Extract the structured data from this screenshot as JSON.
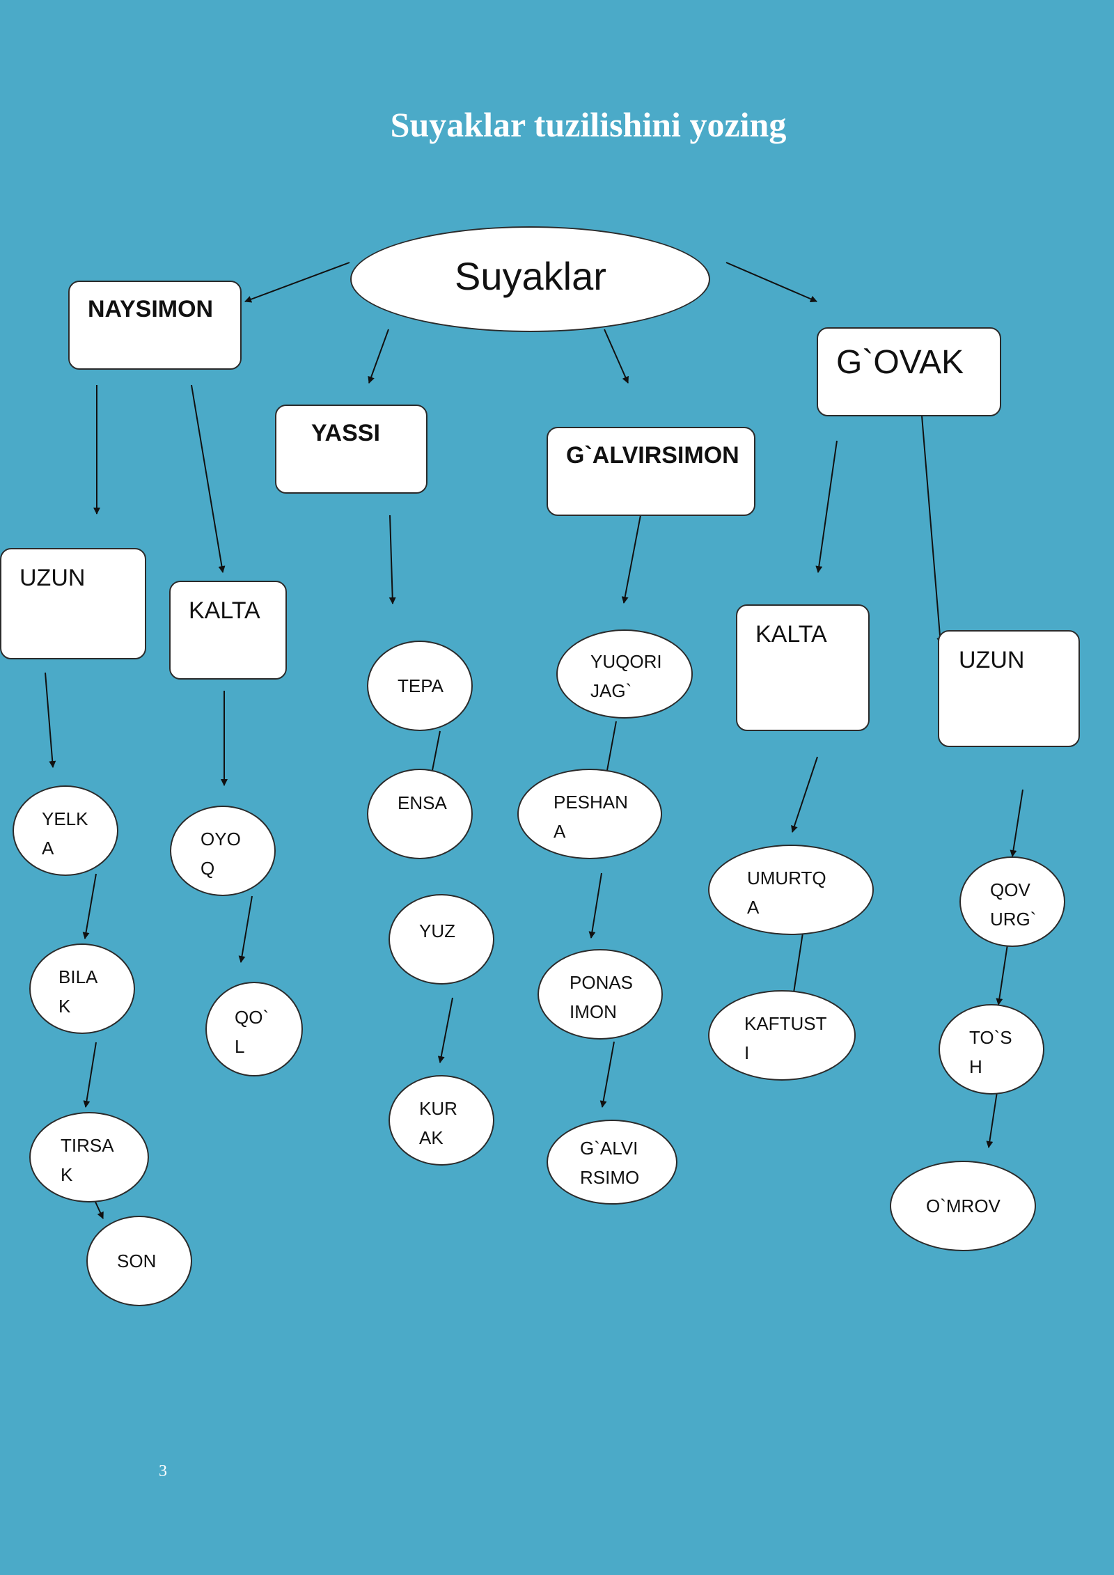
{
  "page": {
    "title": "Suyaklar tuzilishini yozing",
    "page_number": "3",
    "colors": {
      "background": "#4baac8",
      "node_fill": "#ffffff",
      "title_text": "#ffffff",
      "arrow": "#111111"
    }
  },
  "diagram": {
    "root": "Suyaklar",
    "categories": {
      "naysimon": "NAYSIMON",
      "yassi": "YASSI",
      "galvirsimon": "G`ALVIRSIMON",
      "govak": "G`OVAK"
    },
    "subcategories": {
      "naysimon_uzun": "UZUN",
      "naysimon_kalta": "KALTA",
      "govak_kalta": "KALTA",
      "govak_uzun": "UZUN"
    },
    "items": {
      "yelka": "YELK\nA",
      "bilak": "BILA\nK",
      "tirsak": "TIRSA\nK",
      "son": "SON",
      "oyoq": "OYO\nQ",
      "qol": "QO`\nL",
      "tepa": "TEPA",
      "ensa": "ENSA",
      "yuz": "YUZ",
      "kurak": "KUR\nAK",
      "yuqori_jag": "YUQORI\nJAG`",
      "peshana": "PESHAN\nA",
      "ponasimon": "PONAS\nIMON",
      "galvirsimon_item": "G`ALVI\nRSIMO",
      "umurtqa": "UMURTQ\nA",
      "kaftusti": "KAFTUST\nI",
      "qovurga": "QOV\nURG`",
      "tosh": "TO`S\nH",
      "omrov": "O`MROV"
    }
  }
}
